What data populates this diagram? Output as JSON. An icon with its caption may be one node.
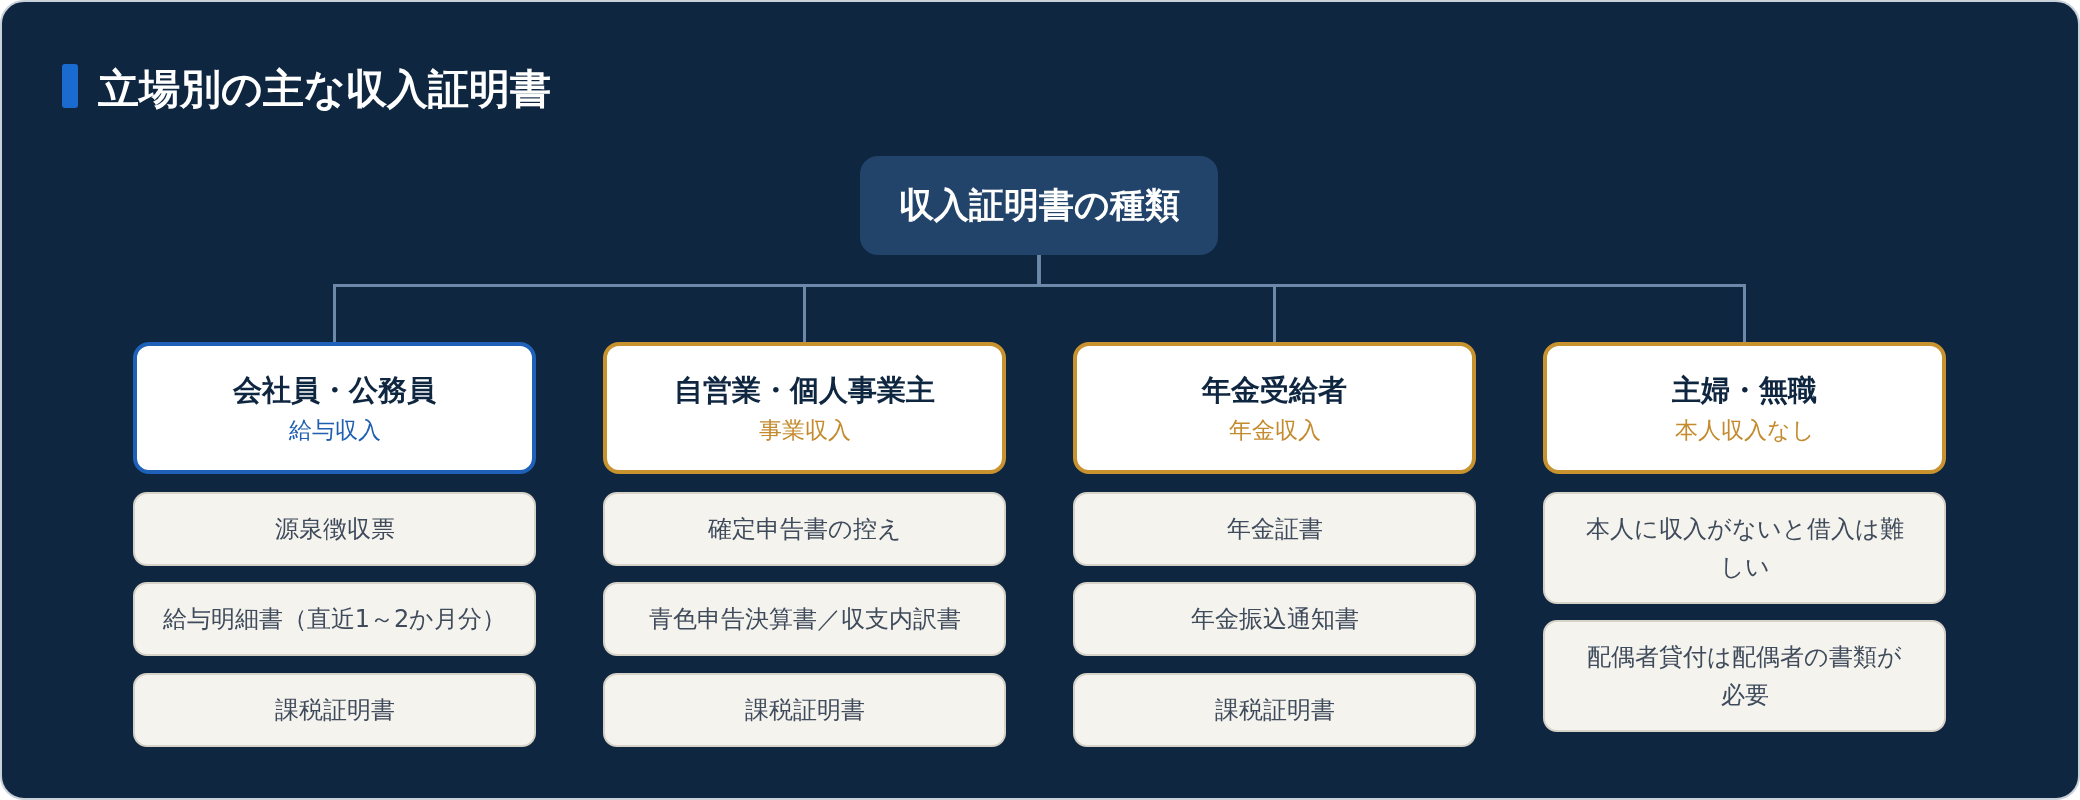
{
  "diagram": {
    "title": "立場別の主な収入証明書",
    "nodes": [
      {
        "text": [
          "収入証明書の種類"
        ]
      },
      {
        "text": [
          "会社員・公務員",
          "給与収入"
        ]
      },
      {
        "text": [
          "源泉徴収票"
        ]
      },
      {
        "text": [
          "給与明細書（直近1～2か月分）"
        ]
      },
      {
        "text": [
          "課税証明書"
        ]
      },
      {
        "text": [
          "自営業・個人事業主",
          "事業収入"
        ]
      },
      {
        "text": [
          "確定申告書の控え"
        ]
      },
      {
        "text": [
          "青色申告決算書／収支内訳書"
        ]
      },
      {
        "text": [
          "課税証明書"
        ]
      },
      {
        "text": [
          "年金受給者",
          "年金収入"
        ]
      },
      {
        "text": [
          "年金証書"
        ]
      },
      {
        "text": [
          "年金振込通知書"
        ]
      },
      {
        "text": [
          "課税証明書"
        ]
      },
      {
        "text": [
          "主婦・無職",
          "本人収入なし"
        ]
      },
      {
        "text": [
          "本人に収入がないと借入は難しい"
        ]
      },
      {
        "text": [
          "配偶者貸付は配偶者の書類が必要"
        ]
      }
    ],
    "edges": [
      {
        "from": 0,
        "to": 1,
        "arrow": "none"
      },
      {
        "from": 0,
        "to": 5,
        "arrow": "none"
      },
      {
        "from": 0,
        "to": 9,
        "arrow": "none"
      },
      {
        "from": 0,
        "to": 13,
        "arrow": "none"
      }
    ]
  }
}
